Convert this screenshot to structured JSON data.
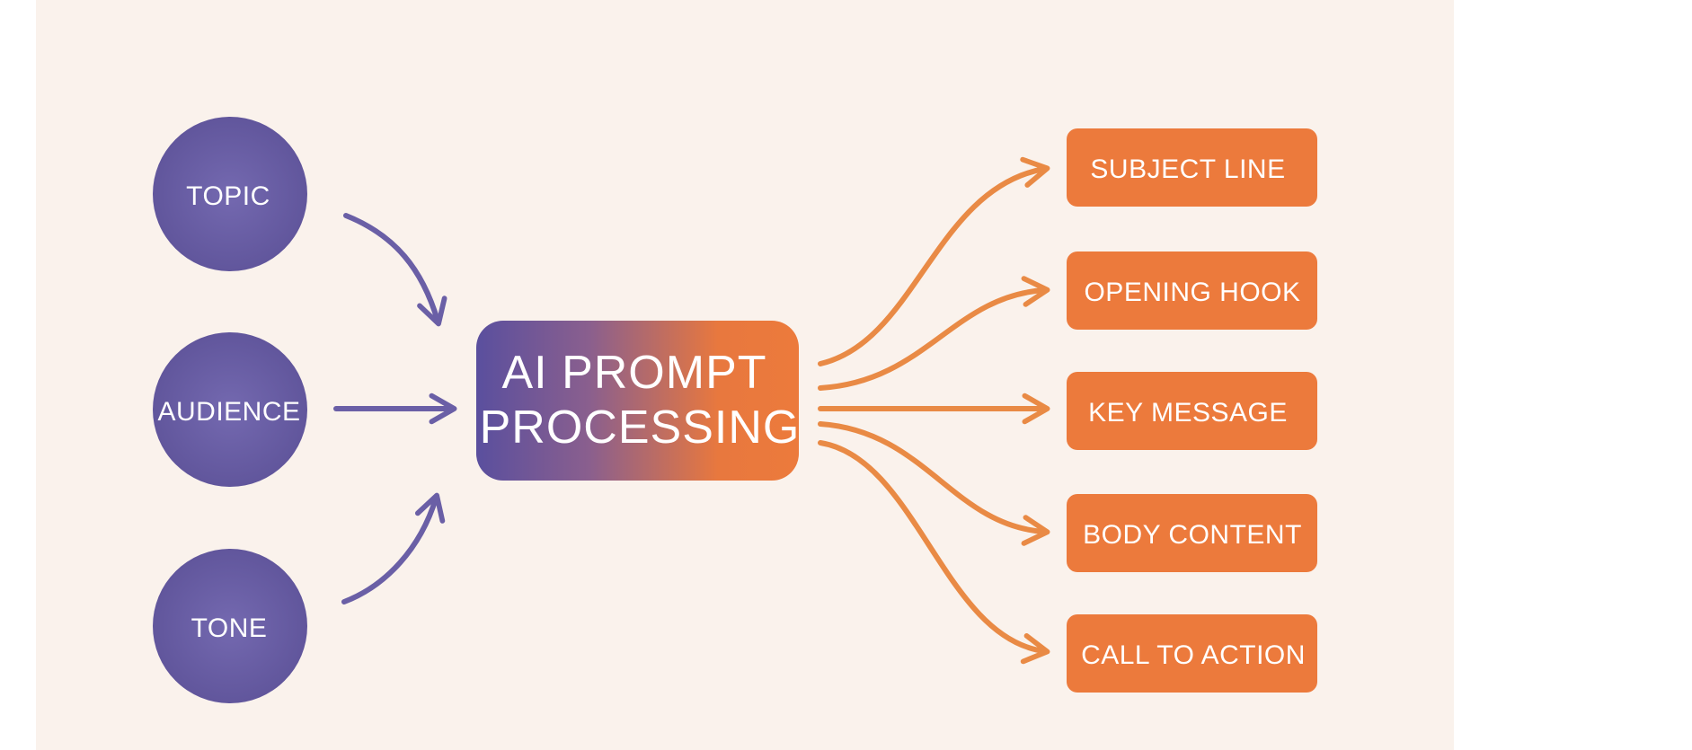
{
  "diagram": {
    "inputs": [
      {
        "label": "TOPIC"
      },
      {
        "label": "AUDIENCE"
      },
      {
        "label": "TONE"
      }
    ],
    "center": {
      "line1": "AI PROMPT",
      "line2": "PROCESSING"
    },
    "outputs": [
      {
        "label": "SUBJECT LINE"
      },
      {
        "label": "OPENING HOOK"
      },
      {
        "label": "KEY MESSAGE"
      },
      {
        "label": "BODY CONTENT"
      },
      {
        "label": "CALL TO ACTION"
      }
    ]
  },
  "colors": {
    "background": "#faf2ec",
    "input_circle": "#6a5fa6",
    "input_arrow": "#6a5fa6",
    "center_gradient_start": "#5a4f9e",
    "center_gradient_end": "#ec7a3c",
    "output_box": "#ec7a3c",
    "output_arrow": "#e98a45"
  }
}
